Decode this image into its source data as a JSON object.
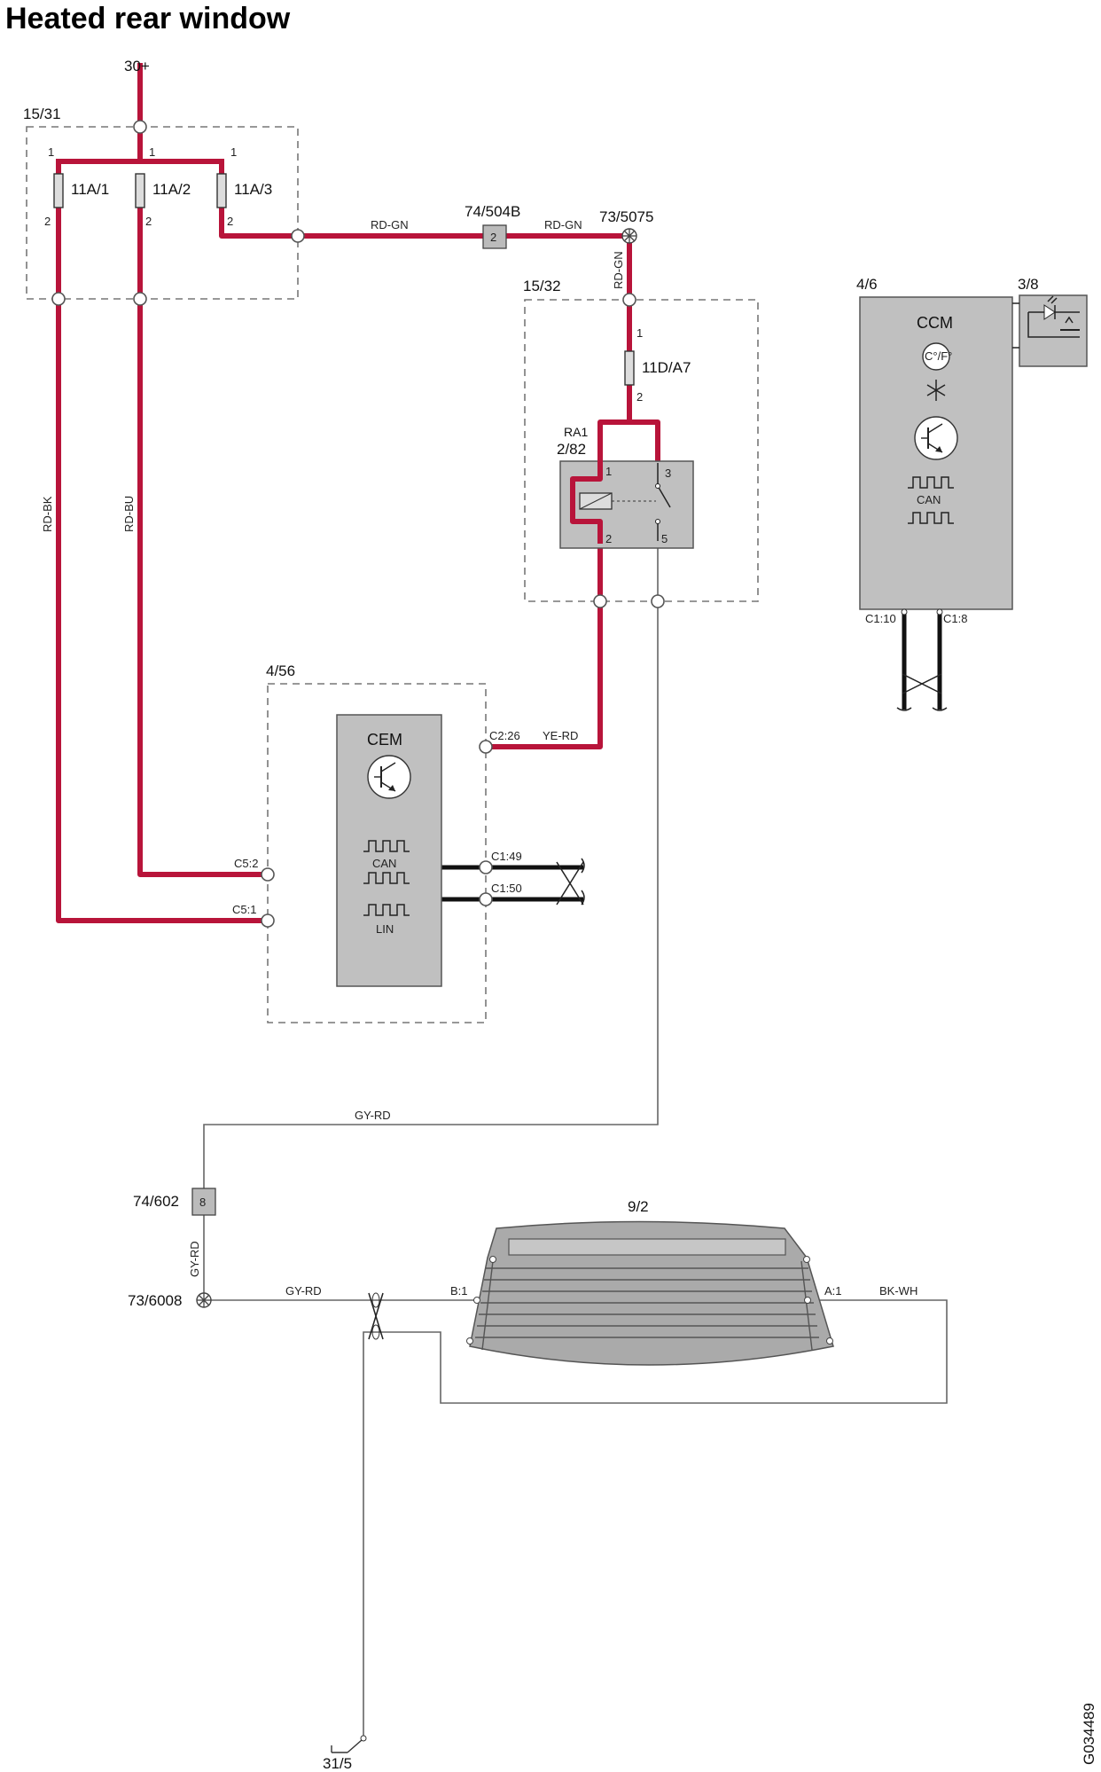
{
  "title": "Heated rear window",
  "figure_id": "G034489",
  "supply": {
    "terminal_30": "30+",
    "ground": "31/5"
  },
  "fuse_box": {
    "id": "15/31",
    "fuses": [
      {
        "name": "11A/1",
        "pin_in": "1",
        "pin_out": "2"
      },
      {
        "name": "11A/2",
        "pin_in": "1",
        "pin_out": "2"
      },
      {
        "name": "11A/3",
        "pin_in": "1",
        "pin_out": "2"
      }
    ]
  },
  "connector_504b": {
    "id": "74/504B",
    "pin": "2"
  },
  "splice_5075": "73/5075",
  "relay_box": {
    "id": "15/32",
    "fuse": {
      "name": "11D/A7",
      "pin_in": "1",
      "pin_out": "2"
    },
    "relay": {
      "name": "RA1",
      "id": "2/82",
      "pins": [
        "1",
        "3",
        "2",
        "5"
      ]
    }
  },
  "cem": {
    "box_id": "4/56",
    "name": "CEM",
    "bus_labels": [
      "CAN",
      "LIN"
    ],
    "pins": {
      "out": "C2:26",
      "in_a": "C5:2",
      "in_b": "C5:1",
      "can_h": "C1:49",
      "can_l": "C1:50"
    }
  },
  "ccm": {
    "box_id": "4/6",
    "name": "CCM",
    "temp_unit": "C°/F°",
    "bus_label": "CAN",
    "pins": {
      "left": "C1:10",
      "right": "C1:8"
    },
    "switch_panel_id": "3/8"
  },
  "connector_602": {
    "id": "74/602",
    "pin": "8"
  },
  "splice_6008": "73/6008",
  "rear_window": {
    "id": "9/2",
    "pin_b": "B:1",
    "pin_a": "A:1"
  },
  "wires": {
    "rd_gn_1": "RD-GN",
    "rd_gn_2": "RD-GN",
    "rd_gn_3": "RD-GN",
    "rd_bk": "RD-BK",
    "rd_bu": "RD-BU",
    "ye_rd": "YE-RD",
    "gy_rd_1": "GY-RD",
    "gy_rd_2": "GY-RD",
    "gy_rd_3": "GY-RD",
    "bk_wh": "BK-WH"
  },
  "colors": {
    "power_wire": "#b8143a",
    "signal_wire": "#666666",
    "module_fill": "#c0c0c0"
  }
}
